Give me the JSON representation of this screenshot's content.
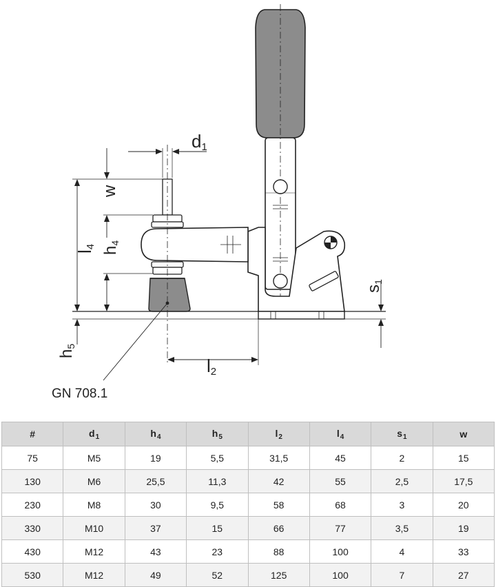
{
  "drawing": {
    "labels": {
      "d": "d",
      "d_sub": "1",
      "w": "w",
      "l4": "l",
      "l4_sub": "4",
      "h4": "h",
      "h4_sub": "4",
      "s1": "s",
      "s1_sub": "1",
      "h5": "h",
      "h5_sub": "5",
      "l2": "l",
      "l2_sub": "2",
      "part_ref": "GN 708.1"
    },
    "colors": {
      "line": "#222222",
      "handle_fill": "#8c8c8c",
      "body_fill": "#ffffff",
      "spindle_cap_fill": "#8c8c8c"
    }
  },
  "table": {
    "header": [
      {
        "sym": "#",
        "sub": ""
      },
      {
        "sym": "d",
        "sub": "1"
      },
      {
        "sym": "h",
        "sub": "4"
      },
      {
        "sym": "h",
        "sub": "5"
      },
      {
        "sym": "l",
        "sub": "2"
      },
      {
        "sym": "l",
        "sub": "4"
      },
      {
        "sym": "s",
        "sub": "1"
      },
      {
        "sym": "w",
        "sub": ""
      }
    ],
    "rows": [
      [
        "75",
        "M5",
        "19",
        "5,5",
        "31,5",
        "45",
        "2",
        "15"
      ],
      [
        "130",
        "M6",
        "25,5",
        "11,3",
        "42",
        "55",
        "2,5",
        "17,5"
      ],
      [
        "230",
        "M8",
        "30",
        "9,5",
        "58",
        "68",
        "3",
        "20"
      ],
      [
        "330",
        "M10",
        "37",
        "15",
        "66",
        "77",
        "3,5",
        "19"
      ],
      [
        "430",
        "M12",
        "43",
        "23",
        "88",
        "100",
        "4",
        "33"
      ],
      [
        "530",
        "M12",
        "49",
        "52",
        "125",
        "100",
        "7",
        "27"
      ]
    ],
    "colors": {
      "header_bg": "#d9d9d9",
      "row_alt_bg": "#f2f2f2",
      "border": "#bfbfbf"
    }
  }
}
